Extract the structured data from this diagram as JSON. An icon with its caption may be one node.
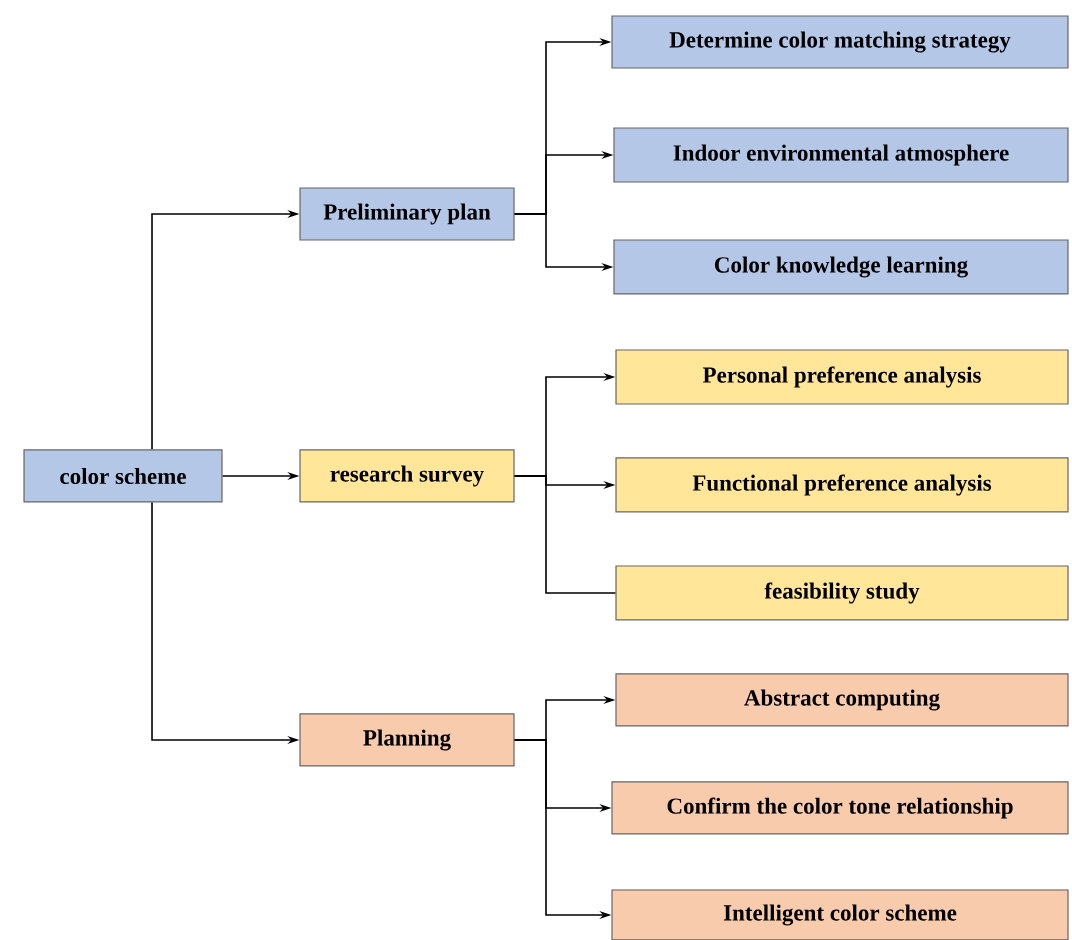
{
  "diagram": {
    "nodes": [
      {
        "text": [
          "color scheme"
        ]
      },
      {
        "text": [
          "Preliminary plan"
        ]
      },
      {
        "text": [
          "Determine color matching strategy"
        ]
      },
      {
        "text": [
          "Indoor environmental atmosphere"
        ]
      },
      {
        "text": [
          "Color knowledge learning"
        ]
      },
      {
        "text": [
          "research survey"
        ]
      },
      {
        "text": [
          "Personal preference analysis"
        ]
      },
      {
        "text": [
          "Functional preference analysis"
        ]
      },
      {
        "text": [
          "feasibility study"
        ]
      },
      {
        "text": [
          "Planning"
        ]
      },
      {
        "text": [
          "Abstract computing"
        ]
      },
      {
        "text": [
          "Confirm the color tone relationship"
        ]
      },
      {
        "text": [
          "Intelligent color scheme"
        ]
      }
    ],
    "edges": [
      {
        "from": 0,
        "to": 1,
        "arrow": "to"
      },
      {
        "from": 0,
        "to": 5,
        "arrow": "to"
      },
      {
        "from": 0,
        "to": 9,
        "arrow": "to"
      },
      {
        "from": 1,
        "to": 2,
        "arrow": "to"
      },
      {
        "from": 1,
        "to": 3,
        "arrow": "to"
      },
      {
        "from": 1,
        "to": 4,
        "arrow": "to"
      },
      {
        "from": 5,
        "to": 6,
        "arrow": "to"
      },
      {
        "from": 5,
        "to": 7,
        "arrow": "to"
      },
      {
        "from": 5,
        "to": 8,
        "arrow": "none"
      },
      {
        "from": 9,
        "to": 10,
        "arrow": "to"
      },
      {
        "from": 9,
        "to": 11,
        "arrow": "to"
      },
      {
        "from": 9,
        "to": 12,
        "arrow": "to"
      }
    ]
  }
}
